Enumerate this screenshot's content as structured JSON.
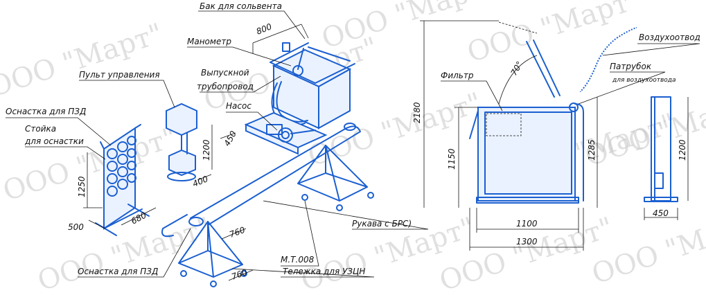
{
  "watermark": "ООО \"Март\"",
  "labels": {
    "tank": "Бак для сольвента",
    "manometer": "Манометр",
    "outlet_line_1": "Выпускной",
    "outlet_line_2": "трубопровод",
    "pump": "Насос",
    "control_panel": "Пульт управления",
    "rig_pzd_top": "Оснастка для ПЗД",
    "stand_line_1": "Стойка",
    "stand_line_2": "для оснастки",
    "rig_pzd_bottom": "Оснастка для ПЗД",
    "part_no": "М.Т.008",
    "trolley": "Тележка для УЗЦН",
    "hoses": "Рукава с БРС)",
    "filter": "Фильтр",
    "air_outlet": "Воздухоотвод",
    "nozzle": "Патрубок",
    "nozzle_sub": "для воздухоотвода",
    "angle": "70°"
  },
  "dims": {
    "d800": "800",
    "d450a": "450",
    "d1200a": "1200",
    "d400": "400",
    "d1250": "1250",
    "d500": "500",
    "d680": "680",
    "d760a": "760",
    "d760b": "760",
    "d2180": "2180",
    "d1150": "1150",
    "d1285": "1285",
    "d1100": "1100",
    "d1300": "1300",
    "d1200b": "1200",
    "d450b": "450"
  },
  "colors": {
    "equipment": "#1a5fd0",
    "lines": "#111111",
    "watermark": "#c8c8c8"
  }
}
